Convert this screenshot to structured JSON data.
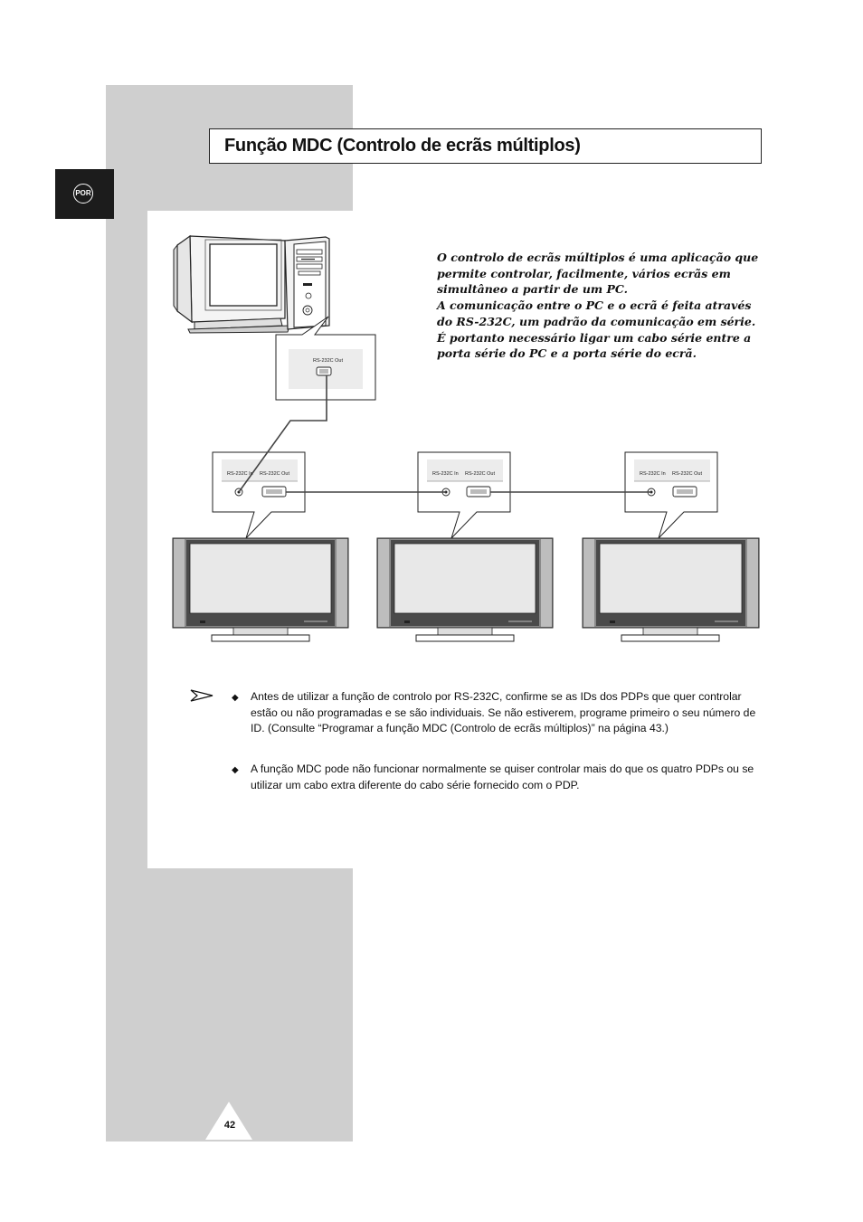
{
  "header": {
    "title": "Função MDC (Controlo de ecrãs múltiplos)",
    "language_badge": "POR"
  },
  "intro": {
    "lines": [
      "O controlo de ecrãs múltiplos é uma aplicação que permite controlar, facilmente, vários ecrãs em simultâneo a partir de um PC.",
      "A comunicação entre o PC e o ecrã é feita através do RS-232C, um padrão da comunicação em série.",
      "É portanto necessário ligar um cabo série entre a porta série do PC e a porta série do ecrã."
    ]
  },
  "diagram": {
    "pc_port_label": "RS-232C Out",
    "display_port_in_label": "RS-232C In",
    "display_port_out_label": "RS-232C Out"
  },
  "notes": {
    "items": [
      "Antes de utilizar a função de controlo por RS-232C, confirme se as IDs dos PDPs que quer controlar estão ou não programadas e se são individuais. Se não estiverem, programe primeiro o seu número de ID. (Consulte “Programar a função MDC (Controlo de ecrãs múltiplos)” na página 43.)",
      "A função MDC pode não funcionar normalmente se quiser controlar mais do que os quatro PDPs ou se utilizar um cabo extra diferente do cabo série fornecido com o PDP."
    ]
  },
  "footer": {
    "page_number": "42"
  },
  "colors": {
    "sidebar_gray": "#cfcfcf",
    "tab_black": "#1c1c1c"
  }
}
